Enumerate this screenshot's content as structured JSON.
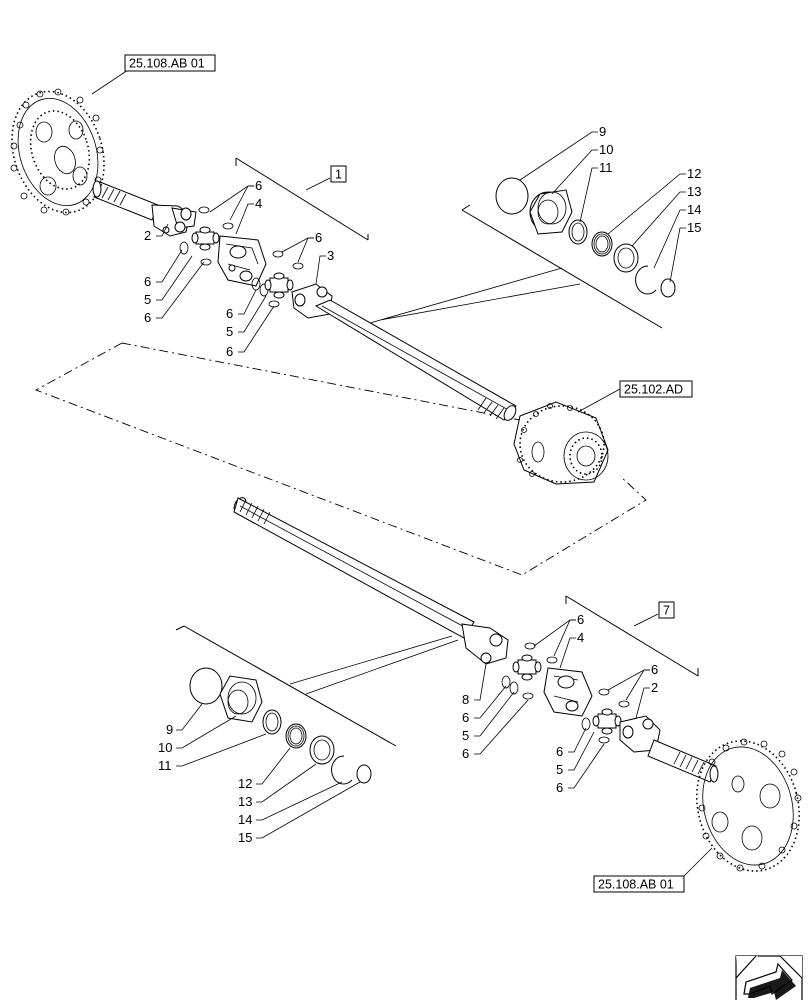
{
  "references": {
    "hub_top": "25.108.AB 01",
    "differential": "25.102.AD",
    "hub_bottom": "25.108.AB 01"
  },
  "assembly_boxes": {
    "upper": "1",
    "lower": "7"
  },
  "callouts": {
    "c9": "9",
    "c10": "10",
    "c11": "11",
    "c12": "12",
    "c13": "13",
    "c14": "14",
    "c15": "15",
    "c6": "6",
    "c4": "4",
    "c3": "3",
    "c2": "2",
    "c5": "5",
    "c8": "8"
  },
  "icons": {
    "nav": "next-page-arrow-icon"
  }
}
